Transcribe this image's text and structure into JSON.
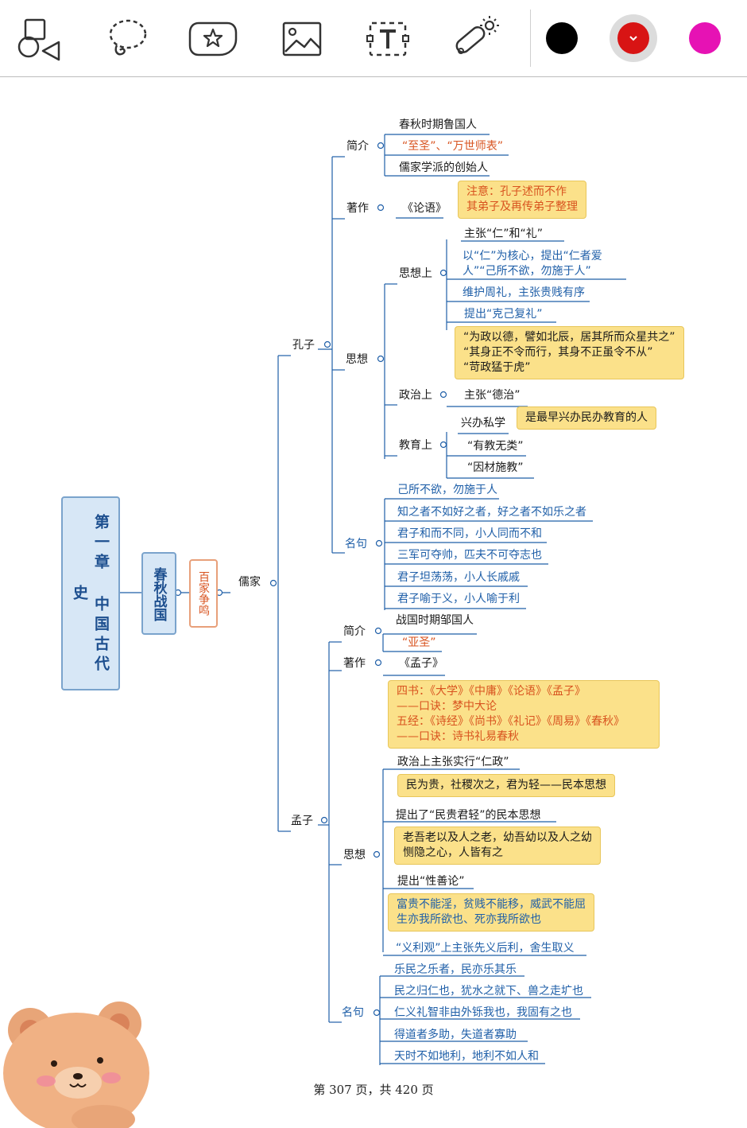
{
  "toolbar": {
    "tools": [
      {
        "name": "shapes-tool",
        "icon": "shapes-icon"
      },
      {
        "name": "lasso-tool",
        "icon": "lasso-icon"
      },
      {
        "name": "sticker-tool",
        "icon": "star-sticker-icon"
      },
      {
        "name": "image-tool",
        "icon": "image-icon"
      },
      {
        "name": "text-tool",
        "icon": "text-box-icon"
      },
      {
        "name": "laser-tool",
        "icon": "laser-pointer-icon"
      }
    ],
    "colors": {
      "black": "#000000",
      "red": "#d81414",
      "magenta": "#e612b4"
    },
    "selected_color": "red"
  },
  "root": {
    "label": "第一章 中国古代史"
  },
  "period": {
    "label": "春秋战国"
  },
  "topic": {
    "label": "百家争鸣"
  },
  "school": {
    "label": "儒家"
  },
  "kongzi": {
    "label": "孔子",
    "intro": {
      "label": "简介",
      "items": [
        "春秋时期鲁国人",
        "“至圣”、“万世师表”",
        "儒家学派的创始人"
      ]
    },
    "works": {
      "label": "著作",
      "book": "《论语》",
      "note_line1": "注意：孔子述而不作",
      "note_line2": "其弟子及再传弟子整理"
    },
    "thought": {
      "label": "思想",
      "ideology": {
        "label": "思想上",
        "items": [
          "主张“仁”和“礼”",
          "以“仁”为核心，提出“仁者爱",
          "人”“己所不欲，勿施于人”",
          "维护周礼，主张贵贱有序",
          "提出“克己复礼”"
        ]
      },
      "quote_line1": "“为政以德，譬如北辰，居其所而众星共之”",
      "quote_line2": "“其身正不令而行，其身不正虽令不从”",
      "quote_line3": "“苛政猛于虎”",
      "politics": {
        "label": "政治上",
        "item": "主张“德治”"
      },
      "education": {
        "label": "教育上",
        "items": [
          "兴办私学",
          "“有教无类”",
          "“因材施教”"
        ],
        "note": "是最早兴办民办教育的人"
      }
    },
    "quotes": {
      "label": "名句",
      "items": [
        "己所不欲，勿施于人",
        "知之者不如好之者，好之者不如乐之者",
        "君子和而不同，小人同而不和",
        "三军可夺帅，匹夫不可夺志也",
        "君子坦荡荡，小人长戚戚",
        "君子喻于义，小人喻于利"
      ]
    }
  },
  "mengzi": {
    "label": "孟子",
    "intro": {
      "label": "简介",
      "items": [
        "战国时期邹国人",
        "“亚圣”"
      ]
    },
    "works": {
      "label": "著作",
      "book": "《孟子》",
      "note_line1": "四书：《大学》《中庸》《论语》《孟子》",
      "note_line2": "——口诀：梦中大论",
      "note_line3": "五经：《诗经》《尚书》《礼记》《周易》《春秋》",
      "note_line4": "——口诀：诗书礼易春秋"
    },
    "thought": {
      "label": "思想",
      "renzheng": "政治上主张实行“仁政”",
      "note1": "民为贵，社稷次之，君为轻——民本思想",
      "minben": "提出了“民贵君轻”的民本思想",
      "note2_line1": "老吾老以及人之老，幼吾幼以及人之幼",
      "note2_line2": "恻隐之心，人皆有之",
      "xingshan": "提出“性善论”",
      "note3_line1": "富贵不能淫，贫贱不能移，威武不能屈",
      "note3_line2": "生亦我所欲也、死亦我所欲也",
      "yili": "“义利观”上主张先义后利，舍生取义"
    },
    "quotes": {
      "label": "名句",
      "items": [
        "乐民之乐者，民亦乐其乐",
        "民之归仁也，犹水之就下、兽之走圹也",
        "仁义礼智非由外铄我也，我固有之也",
        "得道者多助，失道者寡助",
        "天时不如地利，地利不如人和"
      ]
    }
  },
  "footer": "第 307 页，共 420 页"
}
